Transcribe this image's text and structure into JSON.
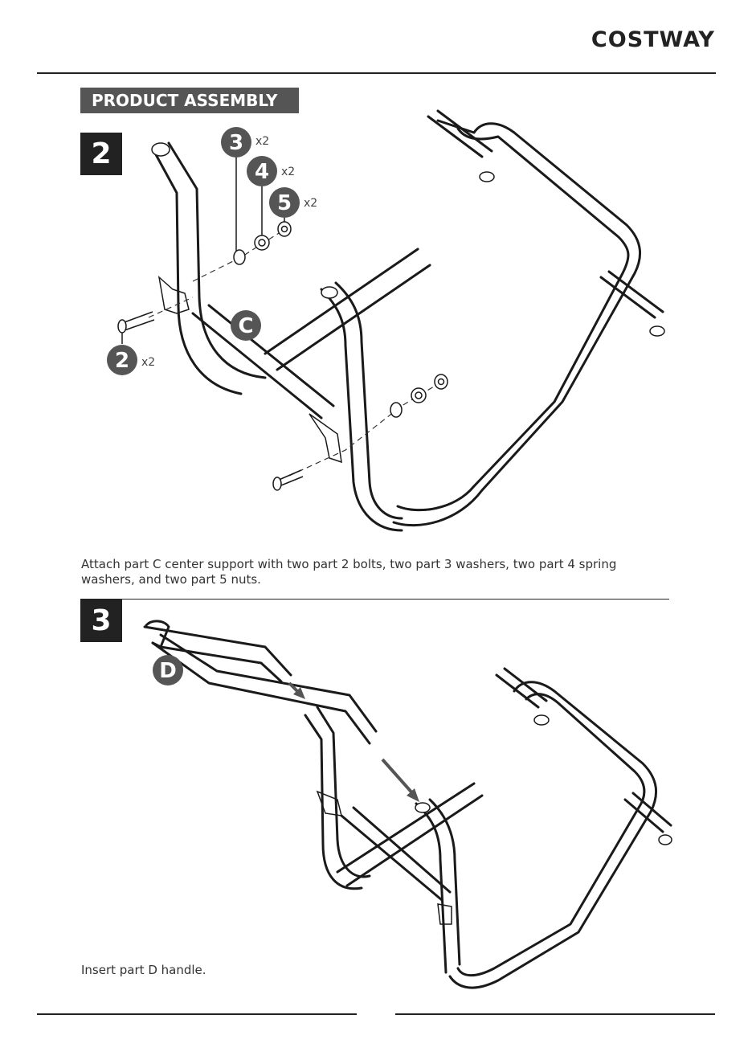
{
  "header": {
    "brand": "COSTWAY"
  },
  "section": {
    "title": "PRODUCT ASSEMBLY"
  },
  "steps": [
    {
      "number": "2",
      "description": "Attach part C center support with two part 2 bolts, two part 3 washers, two part 4 spring washers, and two part 5 nuts.",
      "callouts": [
        {
          "label": "3",
          "qty": "x2"
        },
        {
          "label": "4",
          "qty": "x2"
        },
        {
          "label": "5",
          "qty": "x2"
        },
        {
          "label": "C",
          "qty": ""
        },
        {
          "label": "2",
          "qty": "x2"
        }
      ]
    },
    {
      "number": "3",
      "description": "Insert part D handle.",
      "callouts": [
        {
          "label": "D",
          "qty": ""
        }
      ]
    }
  ]
}
